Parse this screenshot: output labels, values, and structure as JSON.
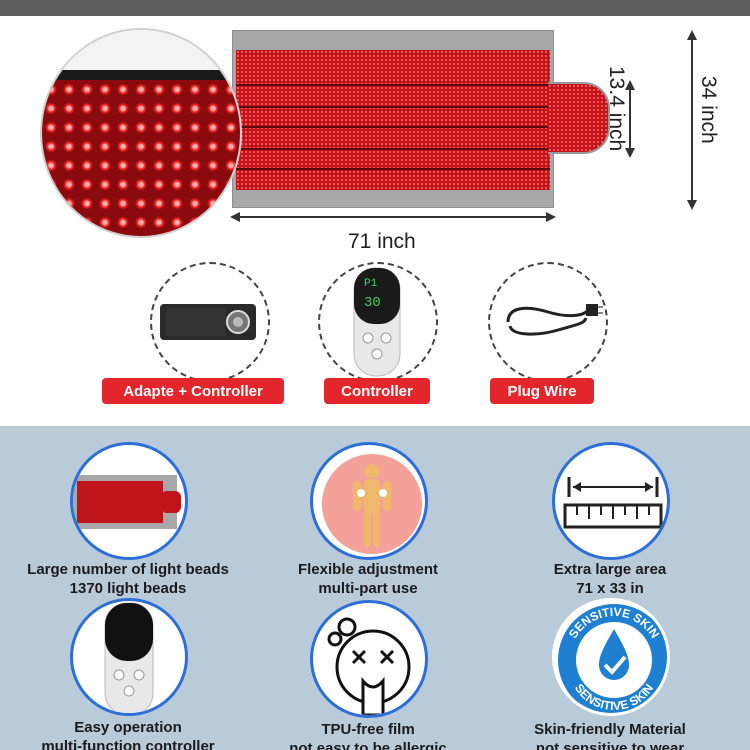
{
  "dimensions": {
    "length": "71 inch",
    "tab_width": "13.4 inch",
    "width": "34 inch"
  },
  "accessories": [
    {
      "label": "Adapte + Controller",
      "icon": "adapter-controller-icon"
    },
    {
      "label": "Controller",
      "icon": "remote-controller-icon"
    },
    {
      "label": "Plug Wire",
      "icon": "plug-wire-icon"
    }
  ],
  "features": [
    {
      "line1": "Large number of light beads",
      "line2": "1370 light beads",
      "icon": "led-mat-icon"
    },
    {
      "line1": "Flexible adjustment",
      "line2": "multi-part use",
      "icon": "body-figure-icon"
    },
    {
      "line1": "Extra large area",
      "line2": "71 x 33 in",
      "icon": "ruler-icon"
    },
    {
      "line1": "Easy operation",
      "line2": "multi-function controller",
      "icon": "controller-icon"
    },
    {
      "line1": "TPU-free film",
      "line2": "not easy to be allergic",
      "icon": "allergy-face-icon"
    },
    {
      "line1": "Skin-friendly Material",
      "line2": "not sensitive to wear",
      "icon": "sensitive-skin-badge-icon"
    }
  ],
  "badge": {
    "text": "SENSITIVE SKIN"
  },
  "controller_display": {
    "top": "P1",
    "bottom": "30"
  },
  "colors": {
    "accent_red": "#e3262b",
    "panel_blue": "#b9cad8",
    "ring_blue": "#2c6fd6"
  }
}
